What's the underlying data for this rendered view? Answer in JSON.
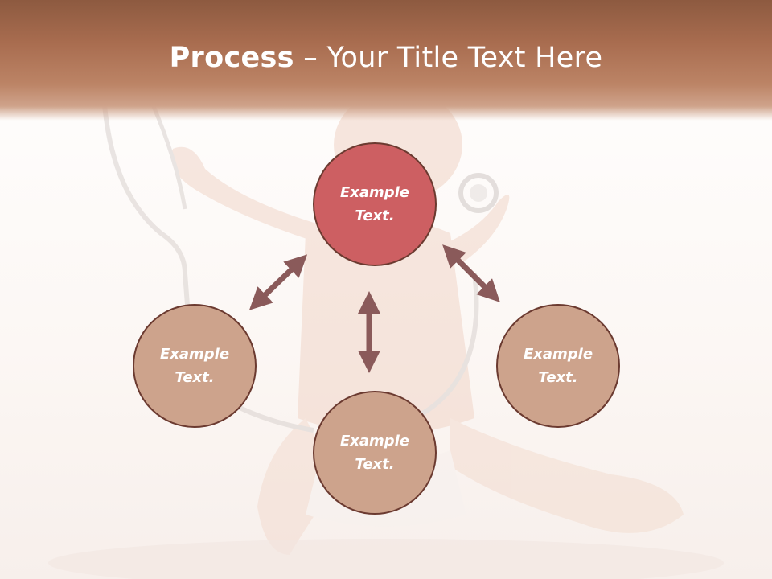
{
  "slide": {
    "title_bold": "Process",
    "title_rest": " – Your Title Text Here"
  },
  "colors": {
    "header": "#a86c4f",
    "center_node": "#cd5f62",
    "side_node": "#cda38c",
    "node_border": "#6b3a30",
    "arrow": "#8a5a5a"
  },
  "nodes": [
    {
      "id": "top",
      "text": "Example Text."
    },
    {
      "id": "left",
      "text": "Example Text."
    },
    {
      "id": "right",
      "text": "Example Text."
    },
    {
      "id": "bottom",
      "text": "Example Text."
    }
  ],
  "background": {
    "subject": "baby-with-stethoscope"
  }
}
